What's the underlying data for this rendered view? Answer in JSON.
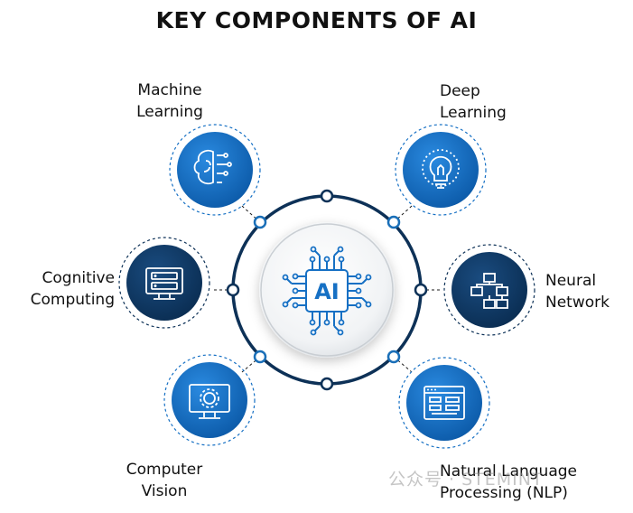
{
  "title": "KEY COMPONENTS OF AI",
  "center": {
    "label": "AI"
  },
  "components": [
    {
      "lines": [
        "Machine",
        "Learning"
      ],
      "icon": "brain-circuit-icon"
    },
    {
      "lines": [
        "Deep",
        "Learning"
      ],
      "icon": "lightbulb-icon"
    },
    {
      "lines": [
        "Cognitive",
        "Computing"
      ],
      "icon": "server-monitor-icon"
    },
    {
      "lines": [
        "Neural",
        "Network"
      ],
      "icon": "network-hierarchy-icon"
    },
    {
      "lines": [
        "Computer",
        "Vision"
      ],
      "icon": "monitor-gear-icon"
    },
    {
      "lines": [
        "Natural Language",
        "Processing (NLP)"
      ],
      "icon": "window-form-icon"
    }
  ],
  "watermark": "公众号 · STEMINT",
  "colors": {
    "blue": "#1670c4",
    "navy": "#0e3a66",
    "ring": "#0d3157",
    "dot": "#1a6fb8"
  }
}
